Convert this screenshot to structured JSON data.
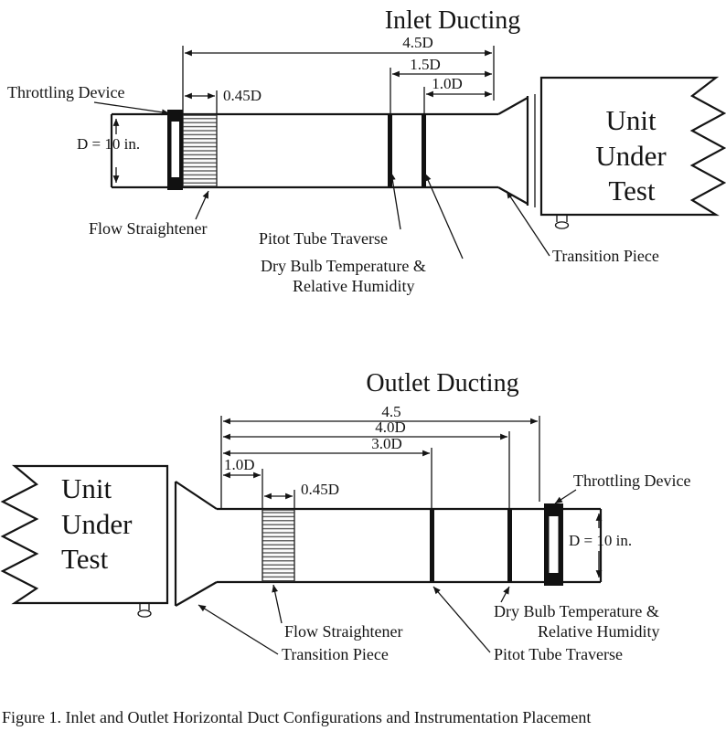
{
  "figure": {
    "caption": "Figure 1. Inlet and Outlet Horizontal Duct Configurations and Instrumentation Placement"
  },
  "colors": {
    "ink": "#141414",
    "background": "#ffffff",
    "device_fill": "#111111"
  },
  "inlet": {
    "title": "Inlet Ducting",
    "diameter_label": "D = 10 in.",
    "dimensions": {
      "overall": "4.5D",
      "pitot": "1.5D",
      "dry_bulb": "1.0D",
      "straightener": "0.45D"
    },
    "labels": {
      "throttling_device": "Throttling Device",
      "flow_straightener": "Flow Straightener",
      "pitot_tube": "Pitot Tube Traverse",
      "dry_bulb_line1": "Dry Bulb Temperature &",
      "dry_bulb_line2": "Relative Humidity",
      "transition_piece": "Transition Piece",
      "unit_line1": "Unit",
      "unit_line2": "Under",
      "unit_line3": "Test"
    }
  },
  "outlet": {
    "title": "Outlet Ducting",
    "diameter_label": "D = 10 in.",
    "dimensions": {
      "overall": "4.5",
      "dry_bulb": "4.0D",
      "pitot": "3.0D",
      "straightener_offset": "1.0D",
      "straightener": "0.45D"
    },
    "labels": {
      "throttling_device": "Throttling Device",
      "flow_straightener": "Flow Straightener",
      "pitot_tube": "Pitot Tube Traverse",
      "dry_bulb_line1": "Dry Bulb Temperature &",
      "dry_bulb_line2": "Relative Humidity",
      "transition_piece": "Transition Piece",
      "unit_line1": "Unit",
      "unit_line2": "Under",
      "unit_line3": "Test"
    }
  }
}
